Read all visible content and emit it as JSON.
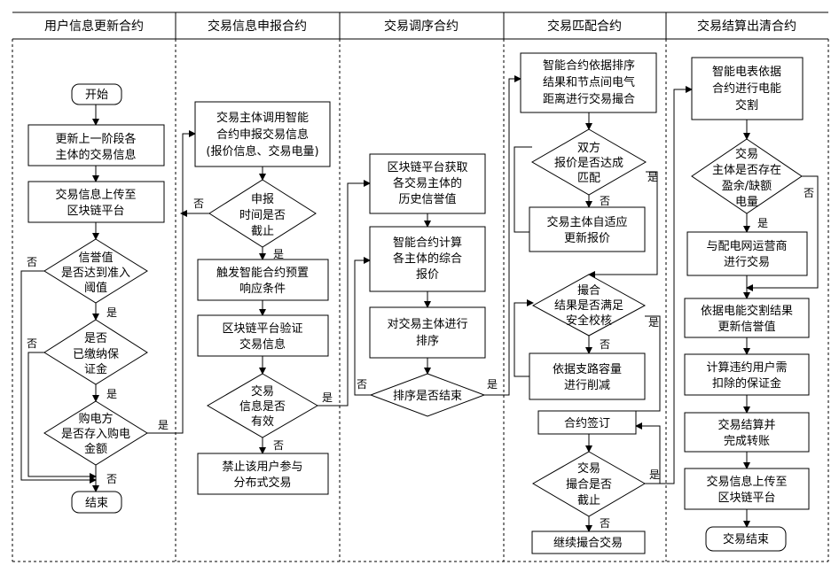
{
  "lanes": [
    {
      "id": "user",
      "title": "用户信息更新合约"
    },
    {
      "id": "declare",
      "title": "交易信息申报合约"
    },
    {
      "id": "schedule",
      "title": "交易调序合约"
    },
    {
      "id": "match",
      "title": "交易匹配合约"
    },
    {
      "id": "settle",
      "title": "交易结算出清合约"
    }
  ],
  "nodes": {
    "start": [
      "开始"
    ],
    "update_info": [
      "更新上一阶段各",
      "主体的交易信息"
    ],
    "upload_chain": [
      "交易信息上传至",
      "区块链平台"
    ],
    "credit_check": [
      "信誉值",
      "是否达到准入",
      "阈值"
    ],
    "deposit_check": [
      "是否",
      "已缴纳保",
      "证金"
    ],
    "buyer_check": [
      "购电方",
      "是否存入购电",
      "金额"
    ],
    "end": [
      "结束"
    ],
    "call_contract": [
      "交易主体调用智能",
      "合约申报交易信息",
      "(报价信息、交易电量)"
    ],
    "deadline_check": [
      "申报",
      "时间是否",
      "截止"
    ],
    "trigger": [
      "触发智能合约预置",
      "响应条件"
    ],
    "verify": [
      "区块链平台验证",
      "交易信息"
    ],
    "valid_check": [
      "交易",
      "信息是否",
      "有效"
    ],
    "forbid": [
      "禁止该用户参与",
      "分布式交易"
    ],
    "get_credit": [
      "区块链平台获取",
      "各交易主体的",
      "历史信誉值"
    ],
    "compute_price": [
      "智能合约计算",
      "各主体的综合",
      "报价"
    ],
    "rank": [
      "对交易主体进行",
      "排序"
    ],
    "rank_done": [
      "排序是否结束"
    ],
    "match_by_rank": [
      "智能合约依据排序",
      "结果和节点间电气",
      "距离进行交易撮合"
    ],
    "price_check": [
      "双方",
      "报价是否达成",
      "匹配"
    ],
    "adaptive_update": [
      "交易主体自适应",
      "更新报价"
    ],
    "safety_check": [
      "撮合",
      "结果是否满足",
      "安全校核"
    ],
    "cut": [
      "依据支路容量",
      "进行削减"
    ],
    "sign": [
      "合约签订"
    ],
    "match_deadline": [
      "交易",
      "撮合是否",
      "截止"
    ],
    "continue_match": [
      "继续撮合交易"
    ],
    "meter_split": [
      "智能电表依据",
      "合约进行电能",
      "交割"
    ],
    "surplus_check": [
      "交易",
      "主体是否存在",
      "盈余/缺额",
      "电量"
    ],
    "operator_trade": [
      "与配电网运营商",
      "进行交易"
    ],
    "update_credit": [
      "依据电能交割结果",
      "更新信誉值"
    ],
    "compute_deposit": [
      "计算违约用户需",
      "扣除的保证金"
    ],
    "settle_transfer": [
      "交易结算并",
      "完成转账"
    ],
    "upload_chain2": [
      "交易信息上传至",
      "区块链平台"
    ],
    "trade_end": [
      "交易结束"
    ]
  },
  "labels": {
    "yes": "是",
    "no": "否"
  }
}
